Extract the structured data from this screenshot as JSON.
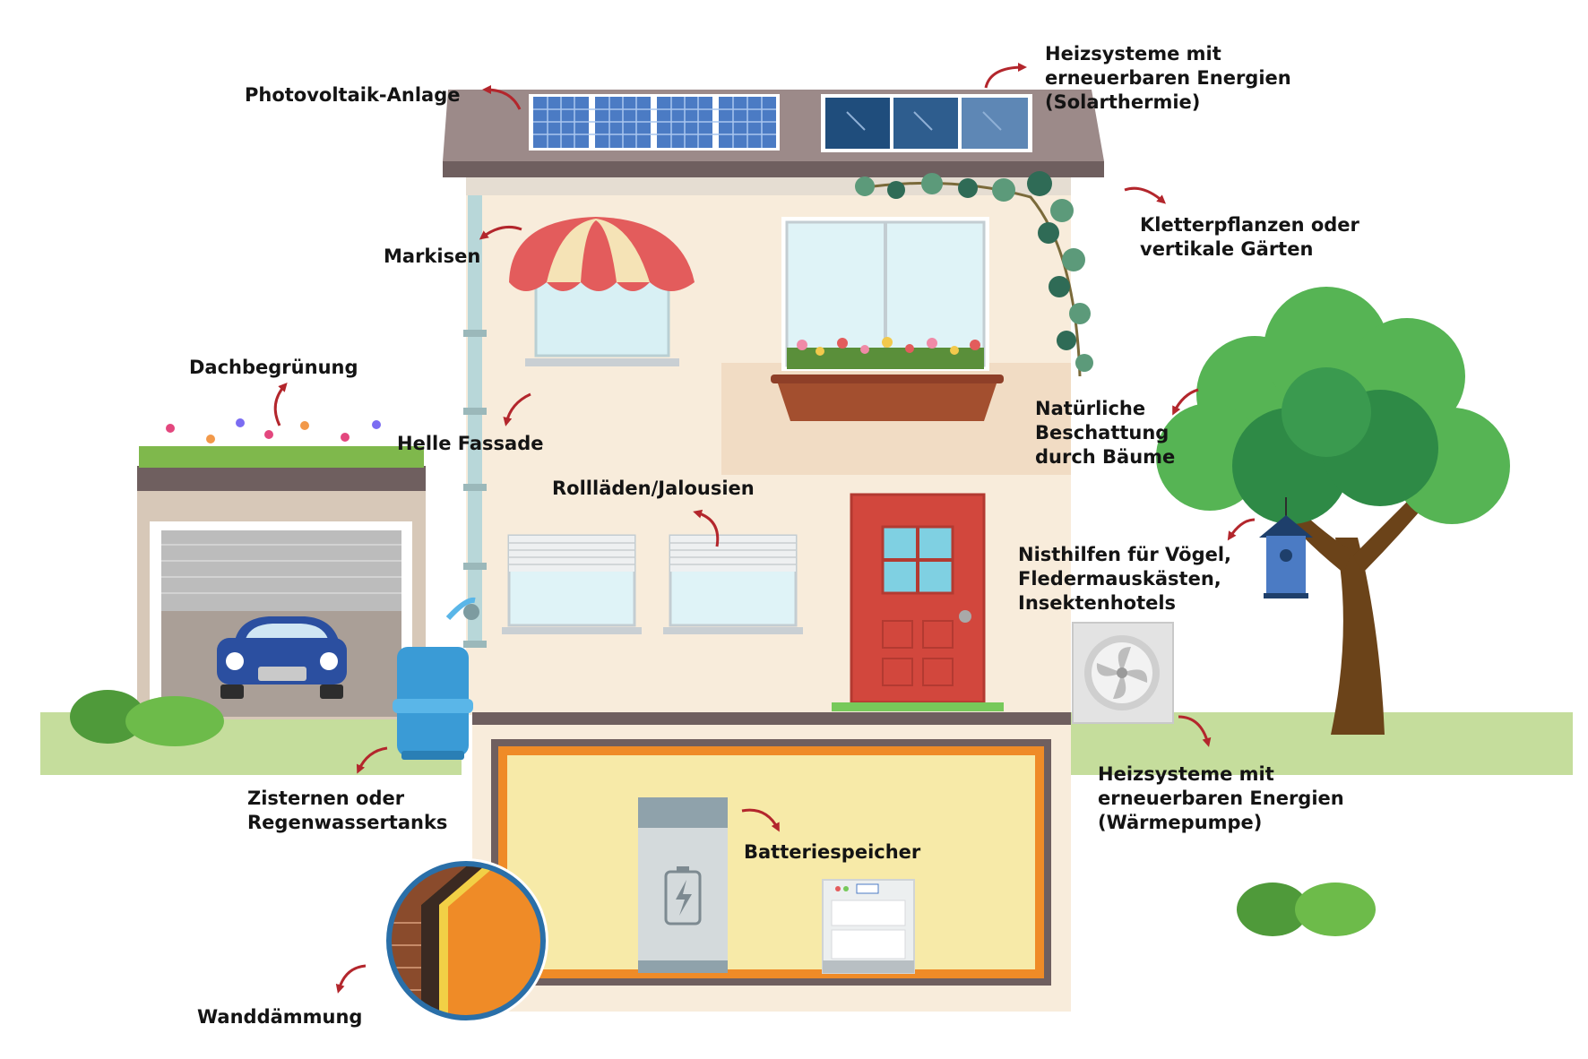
{
  "colors": {
    "wall": "#f8ecdb",
    "roof": "#9c8a89",
    "roof_edge": "#6f5f5f",
    "grass": "#c5dd9c",
    "arrow": "#b3262c",
    "door": "#d2473d",
    "basement": "#f7eaa8",
    "basement_border": "#ef8b27"
  },
  "labels": {
    "photovoltaik": [
      "Photovoltaik-Anlage"
    ],
    "solarthermie": [
      "Heizsysteme mit",
      "erneuerbaren Energien",
      "(Solarthermie)"
    ],
    "kletterpflanzen": [
      "Kletterpflanzen oder",
      "vertikale Gärten"
    ],
    "markisen": [
      "Markisen"
    ],
    "dachbegruenung": [
      "Dachbegrünung"
    ],
    "helle_fassade": [
      "Helle Fassade"
    ],
    "rolllaeden": [
      "Rollläden/Jalousien"
    ],
    "beschattung": [
      "Natürliche",
      "Beschattung",
      "durch Bäume"
    ],
    "nisthilfen": [
      "Nisthilfen für Vögel,",
      "Fledermauskästen,",
      "Insektenhotels"
    ],
    "zisternen": [
      "Zisternen oder",
      "Regenwassertanks"
    ],
    "waermepumpe": [
      "Heizsysteme mit",
      "erneuerbaren Energien",
      "(Wärmepumpe)"
    ],
    "batteriespeicher": [
      "Batteriespeicher"
    ],
    "wanddaemmung": [
      "Wanddämmung"
    ]
  },
  "icons": {
    "pv": "solar-panel-icon",
    "thermal": "solar-thermal-icon",
    "heat_pump": "heat-pump-fan-icon",
    "battery": "battery-lightning-icon",
    "birdhouse": "birdhouse-icon",
    "car": "car-icon",
    "tank": "rain-water-tank-icon"
  }
}
